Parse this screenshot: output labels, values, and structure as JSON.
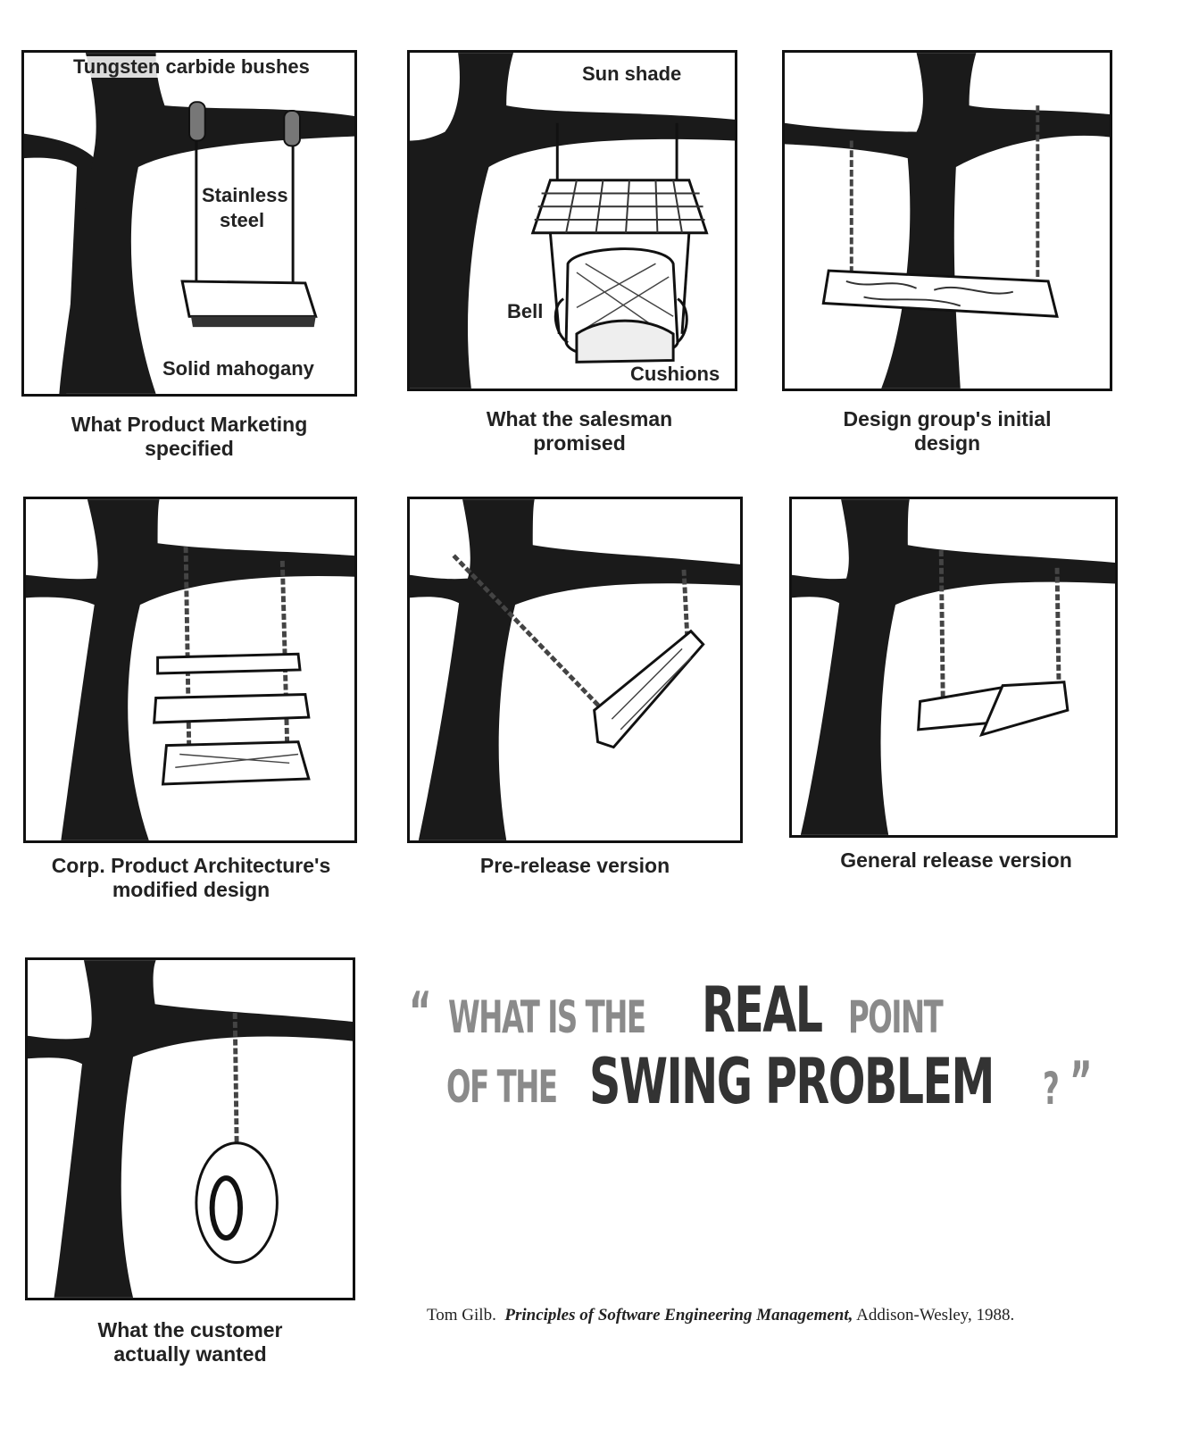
{
  "panels": [
    {
      "caption_line1": "What Product Marketing",
      "caption_line2": "specified",
      "labels": [
        "Tungsten carbide bushes",
        "Stainless",
        "steel",
        "Solid mahogany"
      ]
    },
    {
      "caption_line1": "What the salesman",
      "caption_line2": "promised",
      "labels": [
        "Sun shade",
        "Bell",
        "Cushions"
      ]
    },
    {
      "caption_line1": "Design group's initial",
      "caption_line2": "design"
    },
    {
      "caption_line1": "Corp. Product Architecture's",
      "caption_line2": "modified design"
    },
    {
      "caption_line1": "Pre-release version"
    },
    {
      "caption_line1": "General release version"
    },
    {
      "caption_line1": "What the customer",
      "caption_line2": "actually wanted"
    }
  ],
  "quote": {
    "open_mark": "“",
    "line1_a": "WHAT IS THE",
    "line1_b": "REAL",
    "line1_c": "POINT",
    "line2_a": "OF THE",
    "line2_b": "SWING PROBLEM",
    "line2_c": "?",
    "close_mark": "”"
  },
  "citation": {
    "author": "Tom Gilb.",
    "title": "Principles of Software Engineering Management,",
    "publisher": "Addison-Wesley, 1988."
  },
  "colors": {
    "tree": "#1a1a1a",
    "quote_light": "#8a8a8a",
    "quote_dark": "#333333"
  }
}
